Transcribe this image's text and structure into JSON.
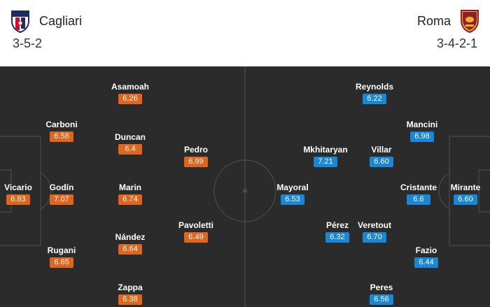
{
  "home": {
    "name": "Cagliari",
    "formation": "3-5-2",
    "crest_icon": "cagliari-crest-icon",
    "rating_color": "#e0661d",
    "players": [
      {
        "name": "Vicario",
        "rating": "6.83"
      },
      {
        "name": "Carboni",
        "rating": "6.58"
      },
      {
        "name": "Godín",
        "rating": "7.07"
      },
      {
        "name": "Rugani",
        "rating": "6.65"
      },
      {
        "name": "Asamoah",
        "rating": "6.26"
      },
      {
        "name": "Duncan",
        "rating": "6.4"
      },
      {
        "name": "Marin",
        "rating": "6.74"
      },
      {
        "name": "Nández",
        "rating": "6.64"
      },
      {
        "name": "Zappa",
        "rating": "6.38"
      },
      {
        "name": "Pedro",
        "rating": "6.99"
      },
      {
        "name": "Pavoletti",
        "rating": "6.49"
      }
    ]
  },
  "away": {
    "name": "Roma",
    "formation": "3-4-2-1",
    "crest_icon": "roma-crest-icon",
    "rating_color": "#1a86d6",
    "players": [
      {
        "name": "Mirante",
        "rating": "6.60"
      },
      {
        "name": "Mancini",
        "rating": "6.98"
      },
      {
        "name": "Cristante",
        "rating": "6.6"
      },
      {
        "name": "Fazio",
        "rating": "6.44"
      },
      {
        "name": "Reynolds",
        "rating": "6.22"
      },
      {
        "name": "Villar",
        "rating": "6.60"
      },
      {
        "name": "Veretout",
        "rating": "6.70"
      },
      {
        "name": "Peres",
        "rating": "6.56"
      },
      {
        "name": "Mkhitaryan",
        "rating": "7.21"
      },
      {
        "name": "Pérez",
        "rating": "6.32"
      },
      {
        "name": "Mayoral",
        "rating": "6.53"
      }
    ]
  },
  "pitch_color": "#2b2b2b"
}
